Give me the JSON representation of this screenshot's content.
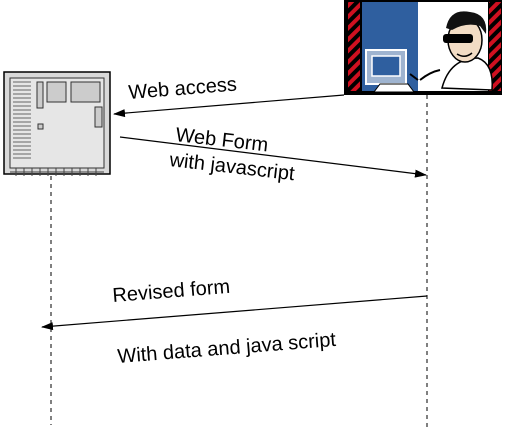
{
  "messages": {
    "web_access": "Web access",
    "web_form_line1": "Web Form",
    "web_form_line2": "with javascript",
    "revised_line1": "Revised form",
    "revised_line2": "With data and java script"
  },
  "participants": {
    "server_icon": "server-computer-icon",
    "user_icon": "hacker-at-computer-icon"
  },
  "colors": {
    "line": "#000000",
    "user_bg": "#2f5f9f",
    "hazard": "#d01020"
  }
}
